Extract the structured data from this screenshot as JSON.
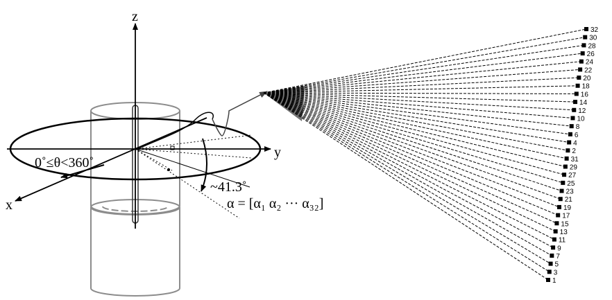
{
  "axes": {
    "z": "z",
    "y": "y",
    "x": "x"
  },
  "theta_label": "0˚≤θ<360˚",
  "angle_label": "~41.3˚",
  "alpha_label": "α = [α₁ α₂ ··· α₃₂]",
  "laser_count": 32,
  "laser_ids_top_to_bottom": [
    "32",
    "30",
    "28",
    "26",
    "24",
    "22",
    "20",
    "18",
    "16",
    "14",
    "12",
    "10",
    "8",
    "6",
    "4",
    "2",
    "31",
    "29",
    "27",
    "25",
    "23",
    "21",
    "19",
    "17",
    "15",
    "13",
    "11",
    "9",
    "7",
    "5",
    "3",
    "1"
  ]
}
